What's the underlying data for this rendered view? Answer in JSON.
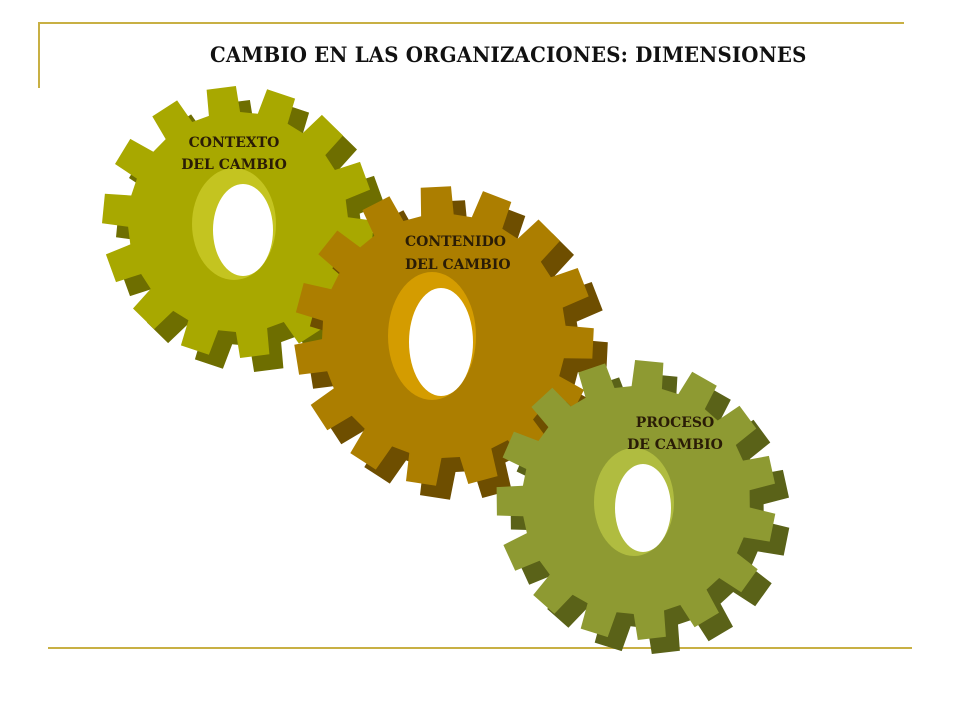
{
  "title": "CAMBIO EN LAS ORGANIZACIONES: DIMENSIONES",
  "colors": {
    "accent_rule": "#c8b044",
    "title_text": "#111111",
    "label_text": "#2a1c06"
  },
  "gears": [
    {
      "id": "contexto",
      "label_line1": "CONTEXTO",
      "label_line2": "DEL CAMBIO",
      "color": "#a8a800",
      "side_color": "#6e6e00",
      "hole_color": "#c4c420"
    },
    {
      "id": "contenido",
      "label_line1": "CONTENIDO",
      "label_line2": "DEL CAMBIO",
      "color": "#ac7e00",
      "side_color": "#6e4e00",
      "hole_color": "#d49c00"
    },
    {
      "id": "proceso",
      "label_line1": "PROCESO",
      "label_line2": "DE CAMBIO",
      "color": "#8e9a32",
      "side_color": "#5a6218",
      "hole_color": "#b0bc40"
    }
  ]
}
